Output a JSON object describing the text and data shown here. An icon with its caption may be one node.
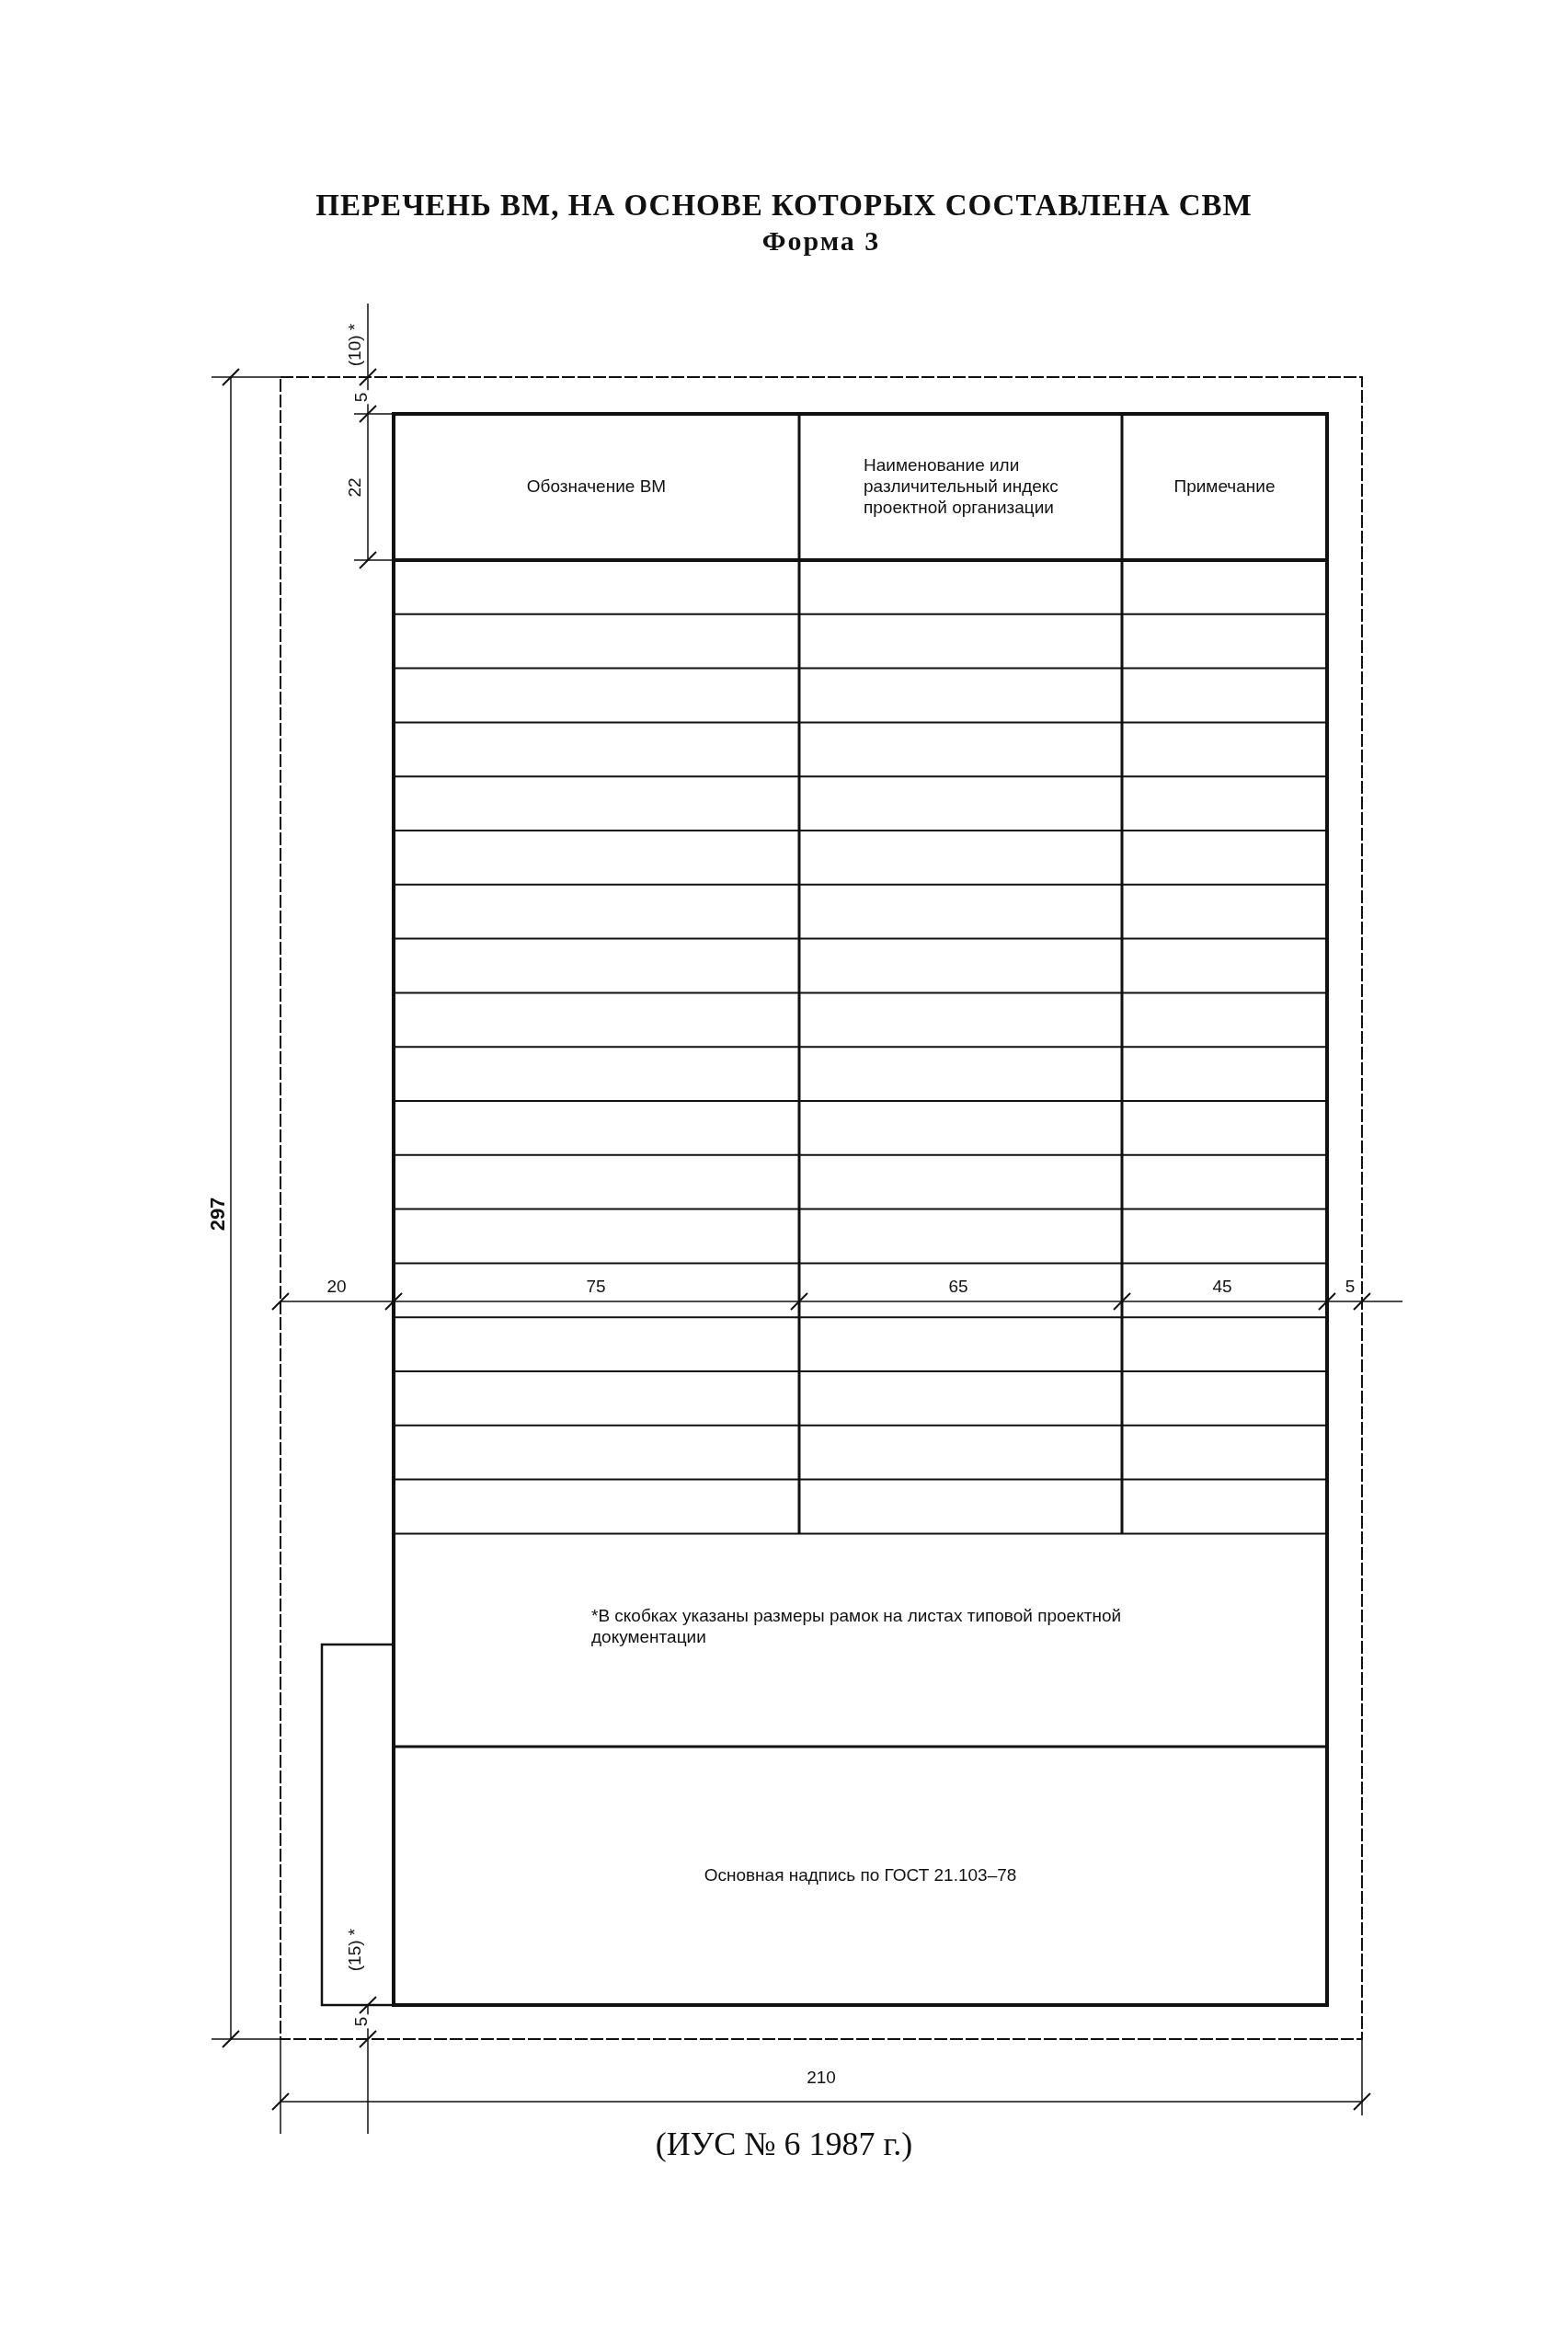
{
  "diagram": {
    "title": "ПЕРЕЧЕНЬ ВМ, НА ОСНОВЕ КОТОРЫХ СОСТАВЛЕНА СВМ",
    "nodes": [
      {
        "text": [
          "Обозначение ВМ"
        ]
      },
      {
        "text": [
          "Наименование или различительный индекс проектной организации"
        ]
      },
      {
        "text": [
          "Примечание"
        ]
      },
      {
        "text": [
          "*В скобках указаны размеры рамок на листах типовой проектной документации"
        ]
      },
      {
        "text": [
          "Основная надпись по ГОСТ 21.103–78"
        ]
      }
    ],
    "labels": [
      "Форма 3",
      "(10) *",
      "5",
      "22",
      "297",
      "20",
      "75",
      "65",
      "45",
      "5",
      "(15) *",
      "5",
      "210"
    ],
    "caption": "(ИУС № 6 1987 г.)"
  }
}
